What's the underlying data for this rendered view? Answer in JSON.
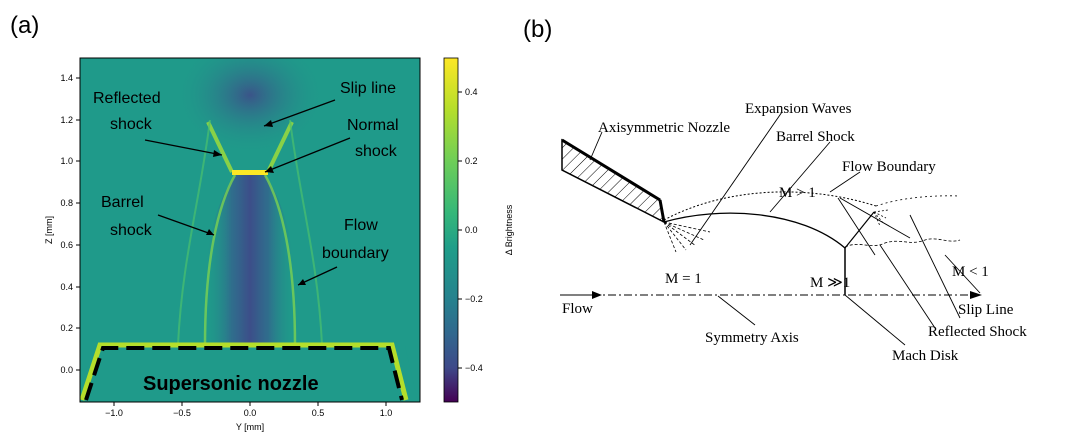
{
  "panel_a": {
    "label": "(a)",
    "x_axis_label": "Y [mm]",
    "y_axis_label": "Z [mm]",
    "x_ticks": [
      "−1.0",
      "−0.5",
      "0.0",
      "0.5",
      "1.0"
    ],
    "y_ticks": [
      "0.0",
      "0.2",
      "0.4",
      "0.6",
      "0.8",
      "1.0",
      "1.2",
      "1.4"
    ],
    "colorbar_label": "Δ Brightness",
    "colorbar_ticks": [
      "0.4",
      "0.2",
      "0.0",
      "−0.2",
      "−0.4"
    ],
    "annotations": {
      "reflected_1": "Reflected",
      "reflected_2": "shock",
      "slip_line": "Slip line",
      "normal_1": "Normal",
      "normal_2": "shock",
      "barrel_1": "Barrel",
      "barrel_2": "shock",
      "flow_1": "Flow",
      "flow_2": "boundary",
      "nozzle": "Supersonic nozzle"
    },
    "colors": {
      "background": "#1f9a8a",
      "core": "#3b528b",
      "shock": "#fde725",
      "dark": "#440154"
    }
  },
  "panel_b": {
    "label": "(b)",
    "labels": {
      "axisymmetric_nozzle": "Axisymmetric Nozzle",
      "expansion_waves": "Expansion Waves",
      "barrel_shock": "Barrel Shock",
      "flow_boundary": "Flow Boundary",
      "m_gt_1": "M > 1",
      "m_eq_1": "M = 1",
      "m_gg_1": "M ≫1",
      "m_lt_1": "M < 1",
      "flow": "Flow",
      "slip_line": "Slip Line",
      "reflected_shock": "Reflected Shock",
      "symmetry_axis": "Symmetry Axis",
      "mach_disk": "Mach Disk"
    }
  }
}
